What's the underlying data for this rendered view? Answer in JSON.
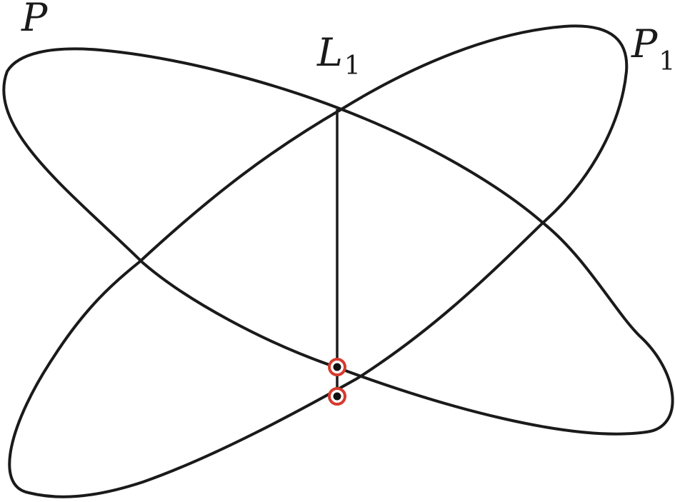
{
  "labels": {
    "ellipse_p": {
      "main": "P",
      "sub": ""
    },
    "line_l1": {
      "main": "L",
      "sub": "1"
    },
    "ellipse_p1": {
      "main": "P",
      "sub": "1"
    }
  },
  "colors": {
    "stroke": "#1a1a1a",
    "point_ring": "#d63a2e",
    "point_fill": "#111111"
  }
}
